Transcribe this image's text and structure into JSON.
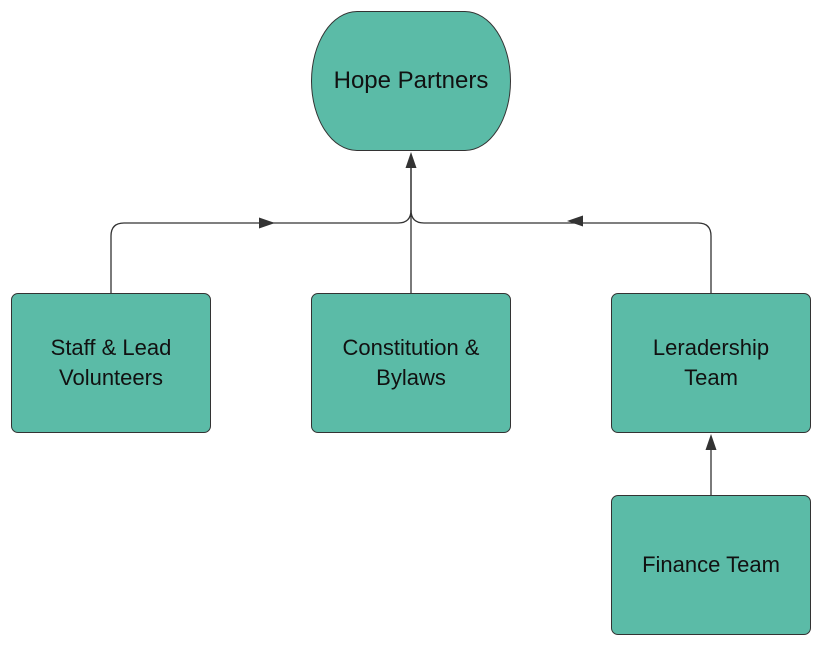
{
  "diagram": {
    "colors": {
      "node_fill": "#5bbba7",
      "node_border": "#333333",
      "connector": "#333333"
    },
    "nodes": {
      "root": {
        "label": "Hope Partners",
        "shape": "rounded-terminal"
      },
      "staff": {
        "label": "Staff & Lead\nVolunteers",
        "shape": "rounded-rectangle"
      },
      "constitution": {
        "label": "Constitution &\nBylaws",
        "shape": "rounded-rectangle"
      },
      "leadership": {
        "label": "Leradership\nTeam",
        "shape": "rounded-rectangle"
      },
      "finance": {
        "label": "Finance Team",
        "shape": "rounded-rectangle"
      }
    },
    "edges": [
      {
        "from": "staff",
        "to": "root"
      },
      {
        "from": "constitution",
        "to": "root"
      },
      {
        "from": "leadership",
        "to": "root"
      },
      {
        "from": "finance",
        "to": "leadership"
      }
    ]
  }
}
